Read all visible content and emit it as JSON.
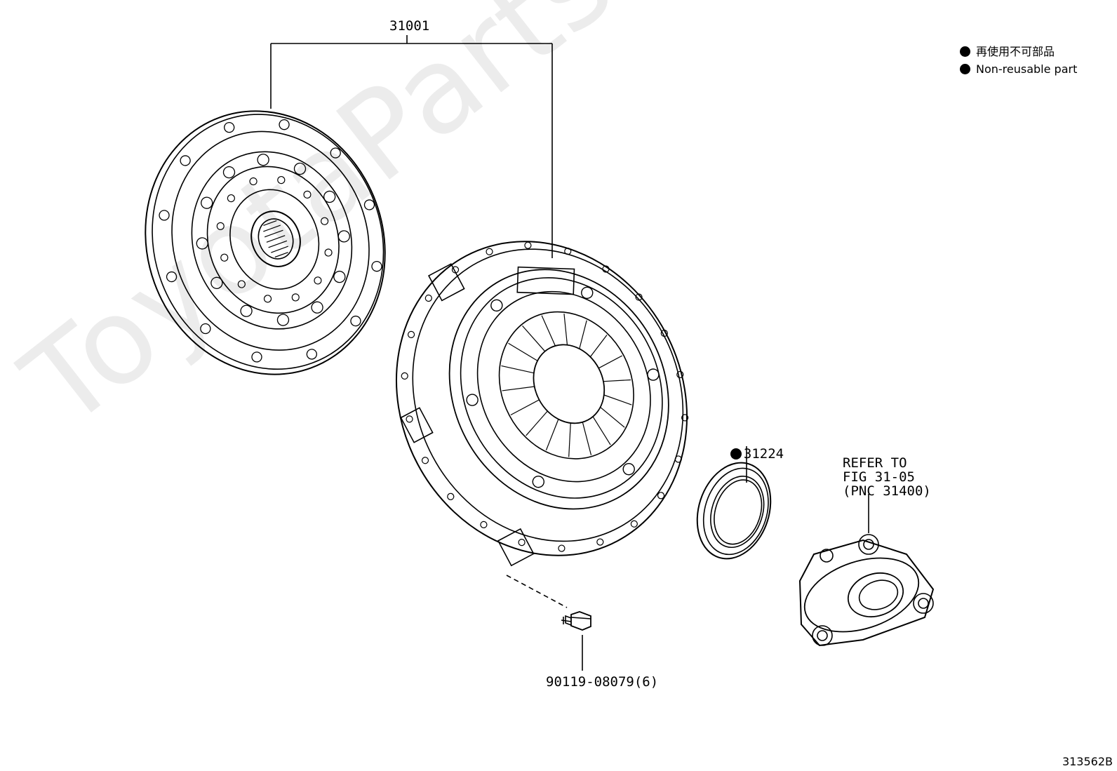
{
  "callouts": {
    "clutch_assembly": "31001",
    "release_bearing_seal": "31224",
    "bolt": "90119-08079(6)",
    "refer": [
      "REFER TO",
      "FIG 31-05",
      "(PNC 31400)"
    ]
  },
  "legend": {
    "items": [
      {
        "symbol": "filled-circle",
        "text": "再使用不可部品"
      },
      {
        "symbol": "filled-circle",
        "text": "Non-reusable part"
      }
    ]
  },
  "watermark": "ToyotaPartsMine.ru",
  "figure_code": "313562B"
}
